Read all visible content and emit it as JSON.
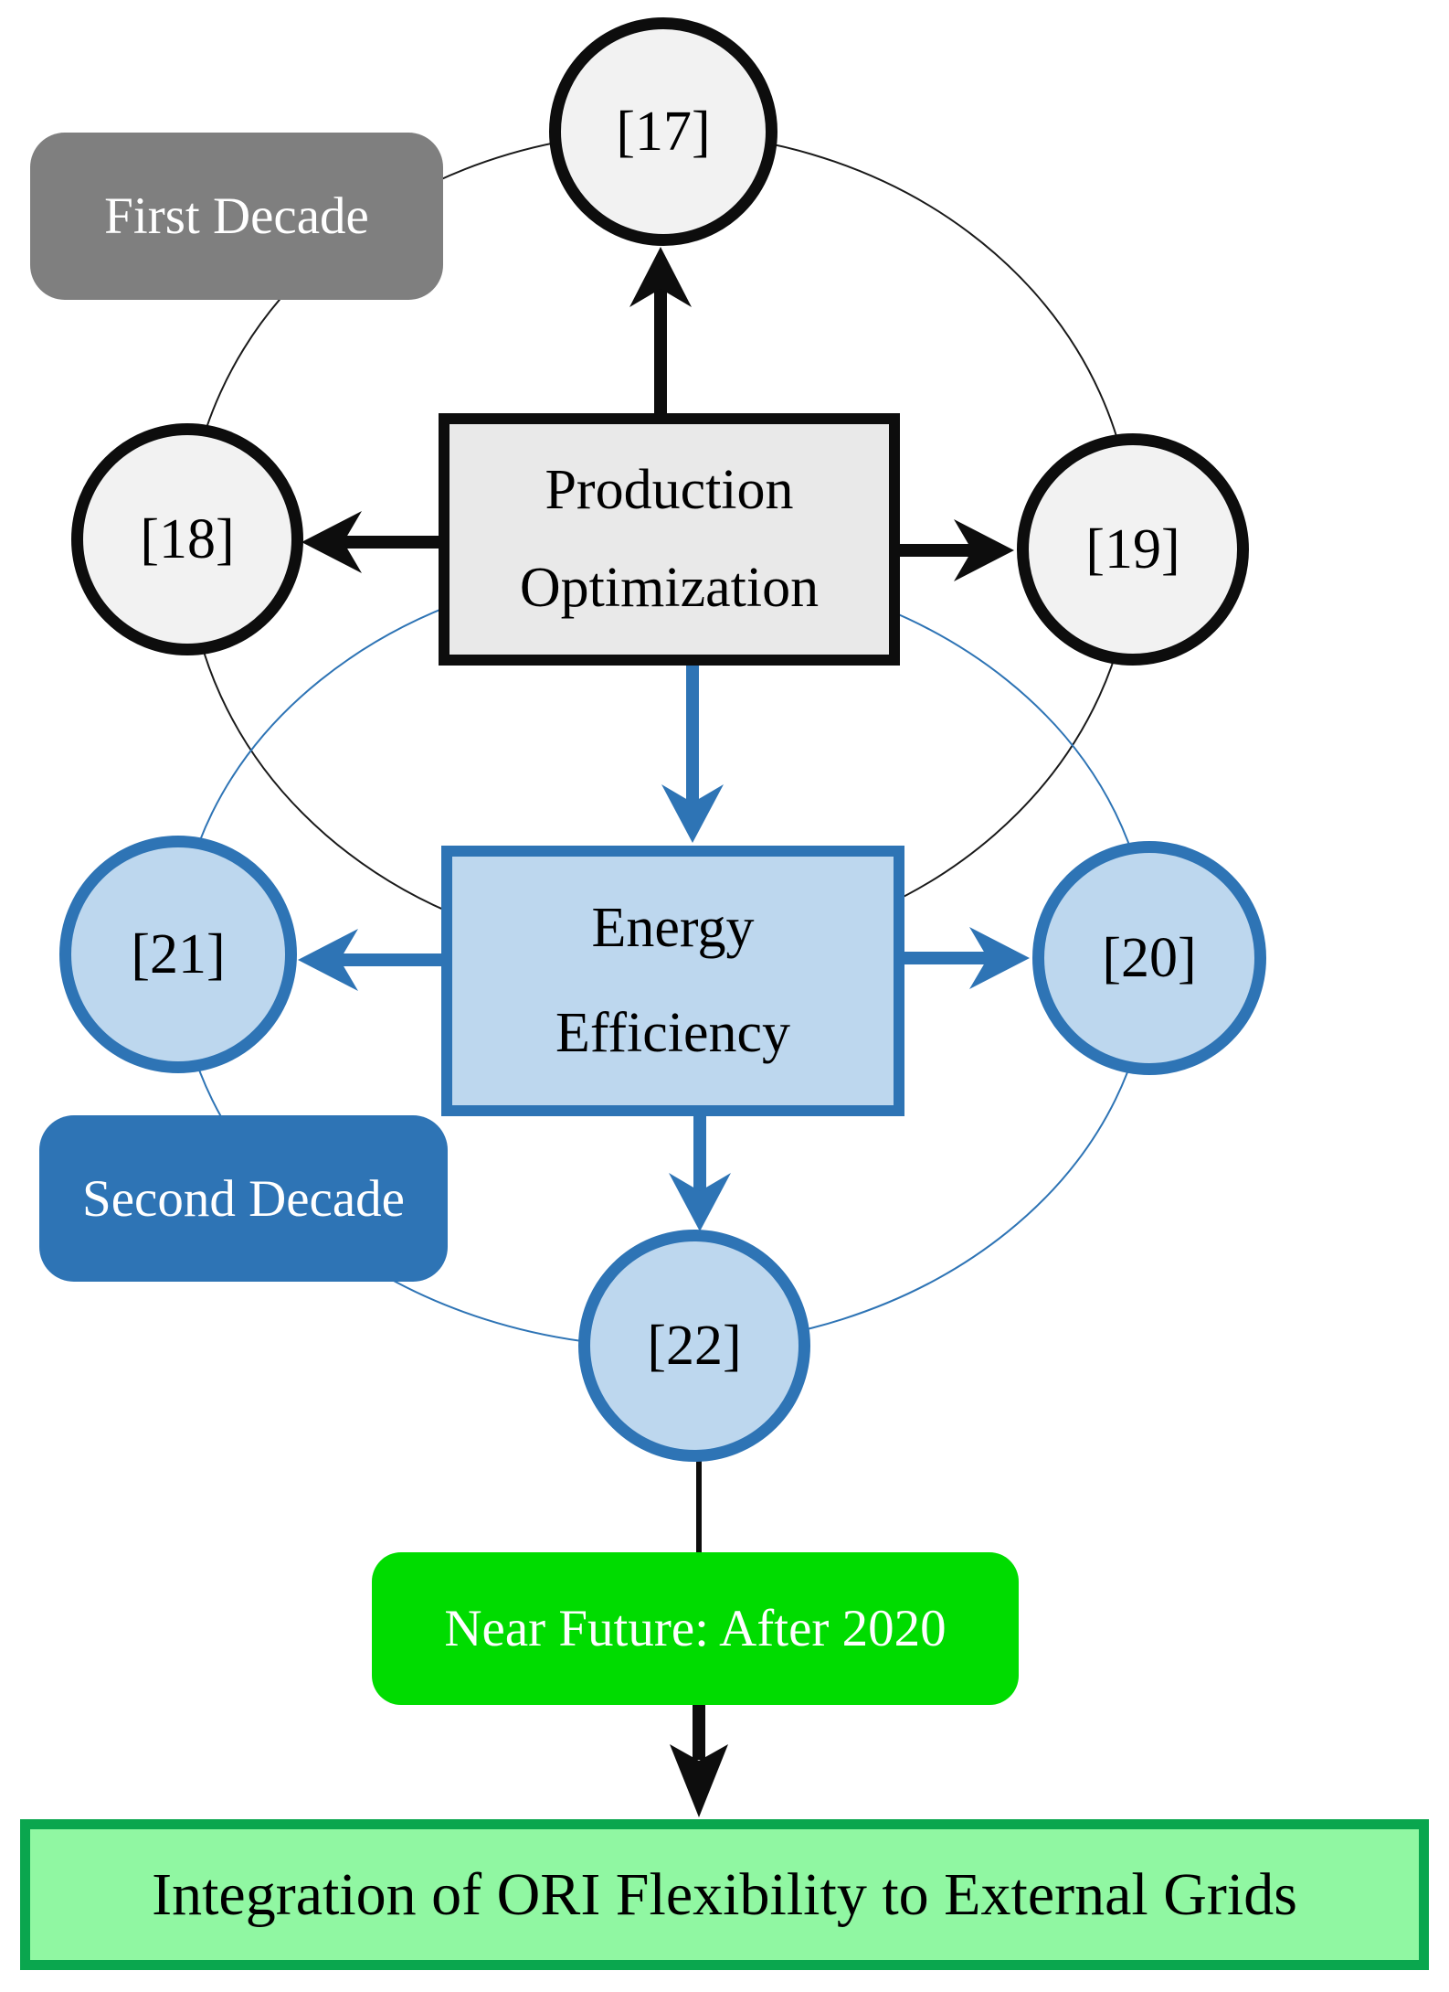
{
  "diagram": {
    "boxes": {
      "production": {
        "line1": "Production",
        "line2": "Optimization"
      },
      "energy": {
        "line1": "Energy",
        "line2": "Efficiency"
      },
      "first_decade": "First Decade",
      "second_decade": "Second Decade",
      "near_future": "Near Future: After 2020",
      "integration": "Integration of ORI Flexibility to External Grids"
    },
    "refs": {
      "r17": "[17]",
      "r18": "[18]",
      "r19": "[19]",
      "r20": "[20]",
      "r21": "[21]",
      "r22": "[22]"
    },
    "colors": {
      "black": "#0d0d0d",
      "gray": "#7f7f7f",
      "circle-gray-fill": "#f2f2f2",
      "prod-fill": "#e9e9e9",
      "blue": "#2e74b5",
      "light-blue": "#bdd7ee",
      "bright-green": "#00dc00",
      "light-green": "#90f7a2",
      "green-border": "#0aa64e"
    }
  }
}
